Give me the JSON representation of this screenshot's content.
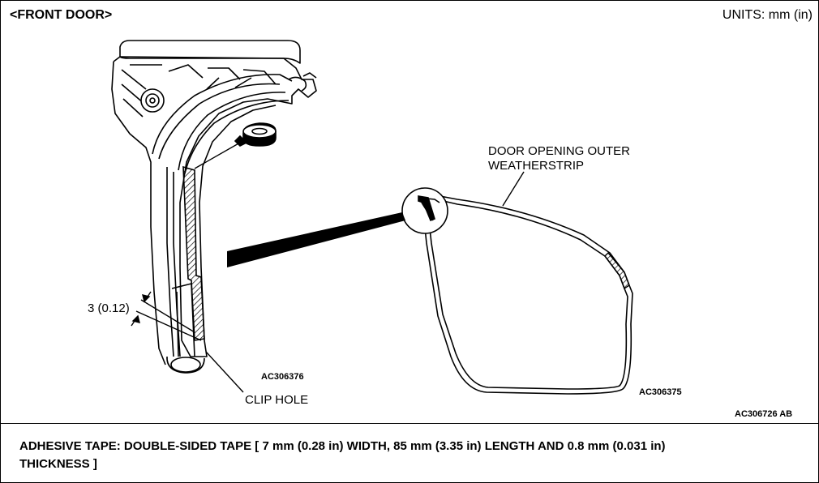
{
  "header": {
    "title": "<FRONT DOOR>",
    "units": "UNITS: mm (in)"
  },
  "labels": {
    "dimension": "3 (0.12)",
    "clip_hole": "CLIP HOLE",
    "weatherstrip_line1": "DOOR OPENING OUTER",
    "weatherstrip_line2": "WEATHERSTRIP"
  },
  "figure_codes": {
    "left": "AC306376",
    "right": "AC306375",
    "overall": "AC306726 AB"
  },
  "caption": {
    "line1": "ADHESIVE TAPE: DOUBLE-SIDED TAPE [ 7 mm (0.28 in) WIDTH, 85 mm (3.35 in) LENGTH AND 0.8 mm (0.031 in)",
    "line2": "THICKNESS ]"
  }
}
